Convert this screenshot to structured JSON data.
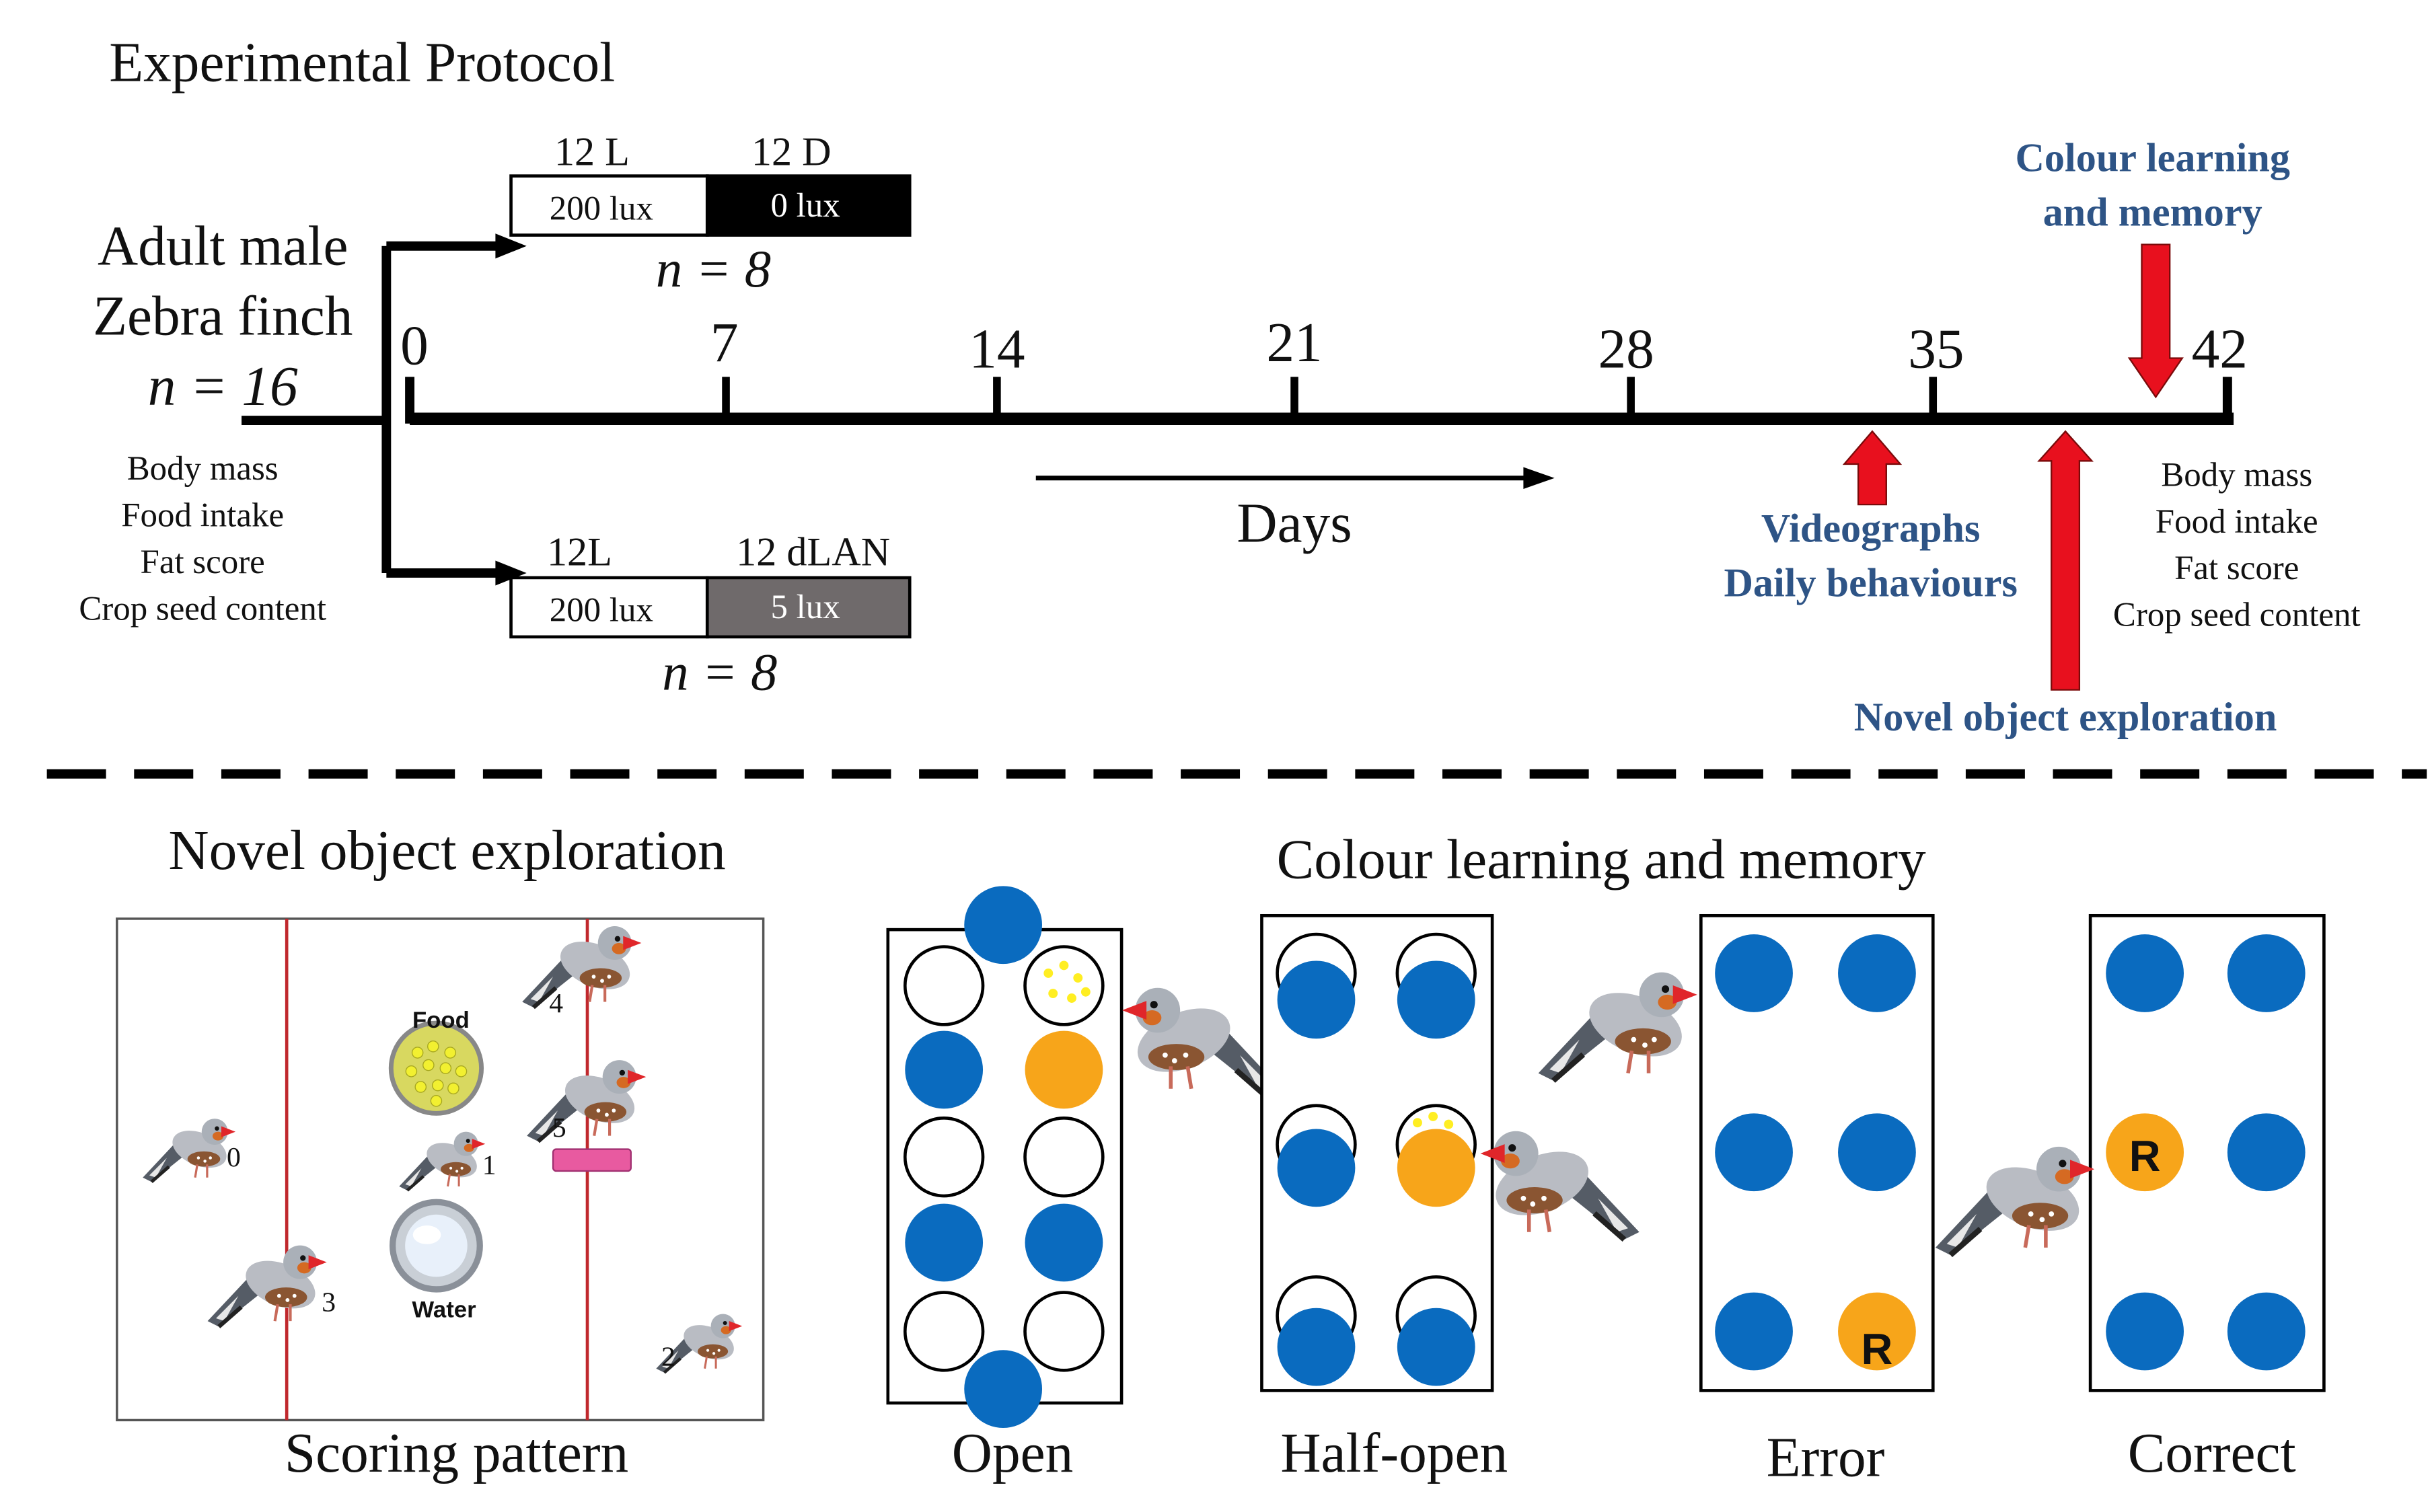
{
  "protocol": {
    "title": "Experimental Protocol",
    "subject": {
      "line1": "Adult male",
      "line2": "Zebra finch",
      "n_total": "n = 16"
    },
    "baseline_measures": [
      "Body mass",
      "Food intake",
      "Fat score",
      "Crop seed content"
    ],
    "end_measures": [
      "Body mass",
      "Food intake",
      "Fat score",
      "Crop seed content"
    ],
    "groups": [
      {
        "light_label": "12 L",
        "dark_label": "12 D",
        "light_value": "200 lux",
        "dark_value": "0 lux",
        "n": "n = 8",
        "dark_color": "#000000"
      },
      {
        "light_label": "12L",
        "dark_label": "12 dLAN",
        "light_value": "200 lux",
        "dark_value": "5 lux",
        "n": "n = 8",
        "dark_color": "#6f6a6b"
      }
    ],
    "timeline": {
      "ticks": [
        "0",
        "7",
        "14",
        "21",
        "28",
        "35",
        "42"
      ],
      "axis_label": "Days"
    },
    "events": {
      "videographs": "Videographs",
      "daily_behaviours": "Daily behaviours",
      "novel_object": "Novel object exploration",
      "colour_learning_1": "Colour learning",
      "colour_learning_2": "and memory"
    },
    "colors": {
      "event_text": "#2e5486",
      "arrow": "#e8101e"
    }
  },
  "novel_object": {
    "title": "Novel object exploration",
    "caption": "Scoring pattern",
    "food_label": "Food",
    "water_label": "Water",
    "positions": [
      "0",
      "1",
      "2",
      "3",
      "4",
      "5"
    ]
  },
  "colour_learning": {
    "title": "Colour learning and memory",
    "panels": [
      "Open",
      "Half-open",
      "Error",
      "Correct"
    ],
    "reward_label": "R",
    "colors": {
      "blue": "#0a6bbf",
      "orange": "#f7a51a"
    }
  }
}
